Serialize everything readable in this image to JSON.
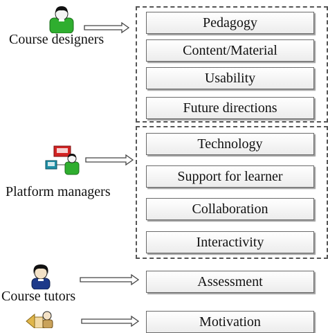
{
  "roles": {
    "course_designers": {
      "label": "Course designers",
      "items": [
        "Pedagogy",
        "Content/Material",
        "Usability",
        "Future directions"
      ]
    },
    "platform_managers": {
      "label": "Platform managers",
      "items": [
        "Technology",
        "Support for learner",
        "Collaboration",
        "Interactivity"
      ]
    },
    "course_tutors": {
      "label": "Course tutors",
      "items": [
        "Assessment"
      ]
    },
    "learners": {
      "items": [
        "Motivation"
      ]
    }
  },
  "colors": {
    "box_border": "#6a6a6a",
    "dashed_border": "#555555",
    "arrow": "#444444",
    "designer_icon": "#2fae2f",
    "manager_icon_red": "#d22222",
    "manager_icon_teal": "#1f8fa6",
    "manager_icon_green": "#2fae2f",
    "tutor_icon": "#1e3a8a"
  },
  "icons": [
    "designer-person-icon",
    "manager-computer-icon",
    "tutor-person-icon",
    "learner-group-icon"
  ]
}
